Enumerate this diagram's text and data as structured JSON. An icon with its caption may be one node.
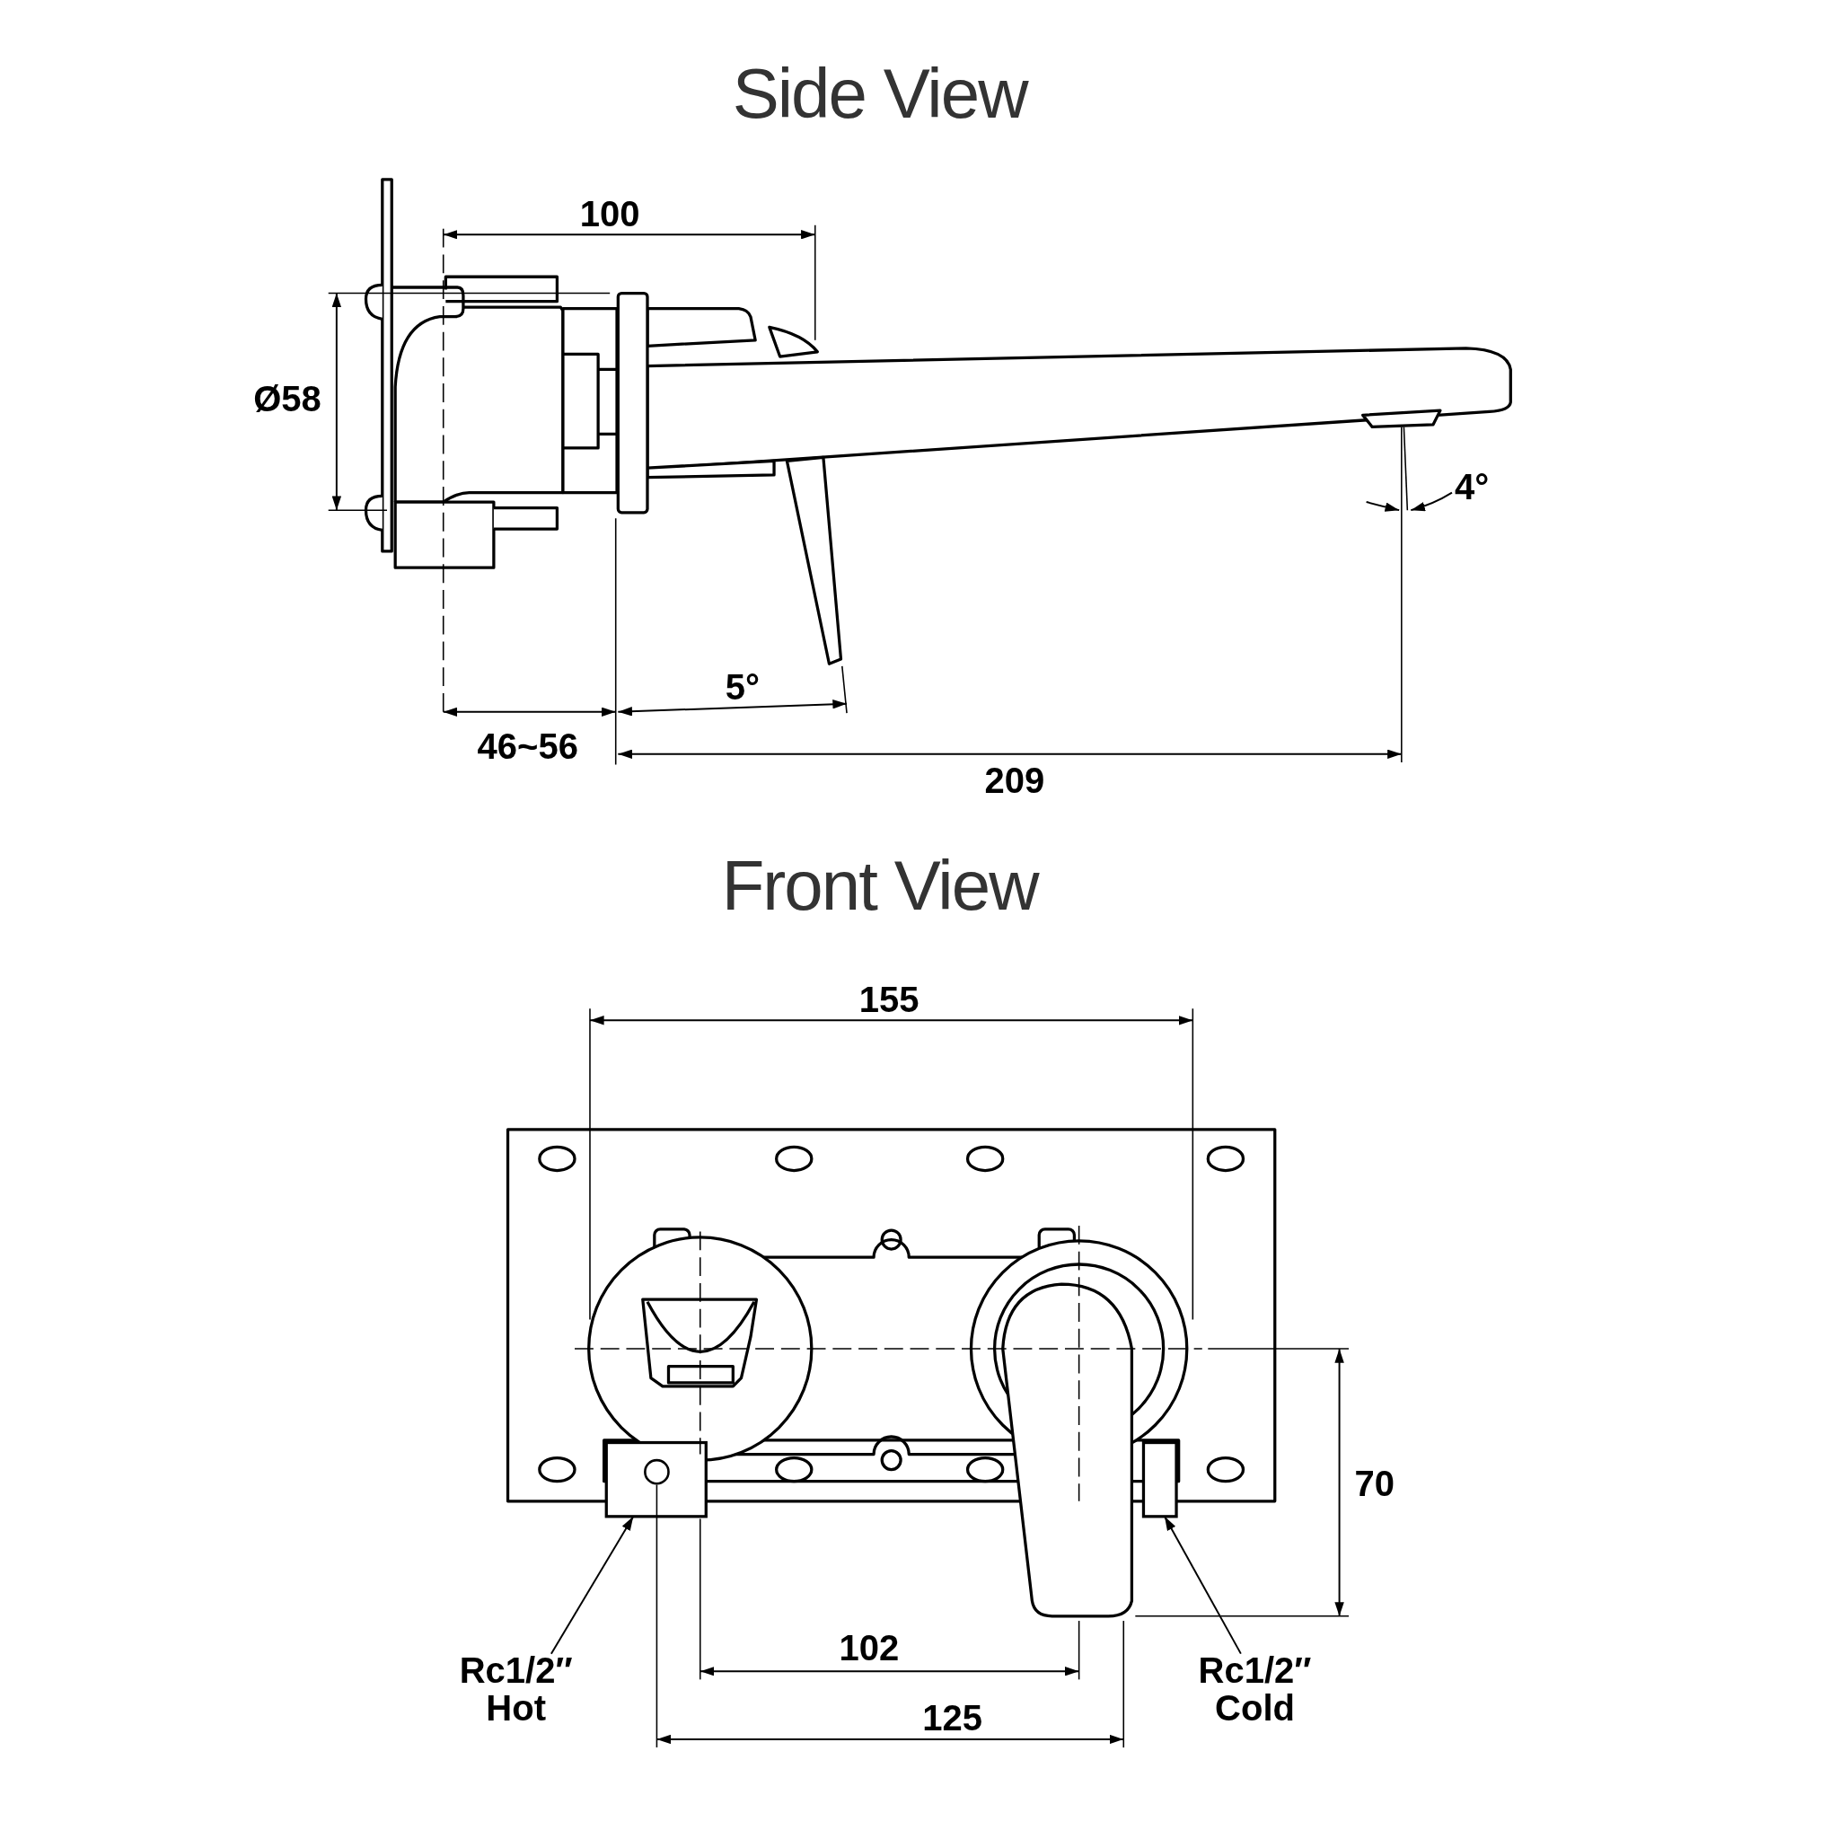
{
  "diagram": {
    "nodes": [
      {
        "text": [],
        "shape": "box"
      },
      {
        "text": [],
        "shape": "box"
      },
      {
        "text": [
          "Rc1/2″ Hot"
        ]
      },
      {
        "text": [
          "Rc1/2″ Cold"
        ]
      }
    ],
    "edges": [
      {
        "from": 2,
        "to": 0,
        "arrow": "to"
      },
      {
        "from": 3,
        "to": 1,
        "arrow": "to"
      }
    ],
    "labels": [
      "Side View",
      "100",
      "Ø58",
      "4°",
      "5°",
      "46~56",
      "209",
      "Front View",
      "155",
      "70",
      "102",
      "125"
    ]
  }
}
